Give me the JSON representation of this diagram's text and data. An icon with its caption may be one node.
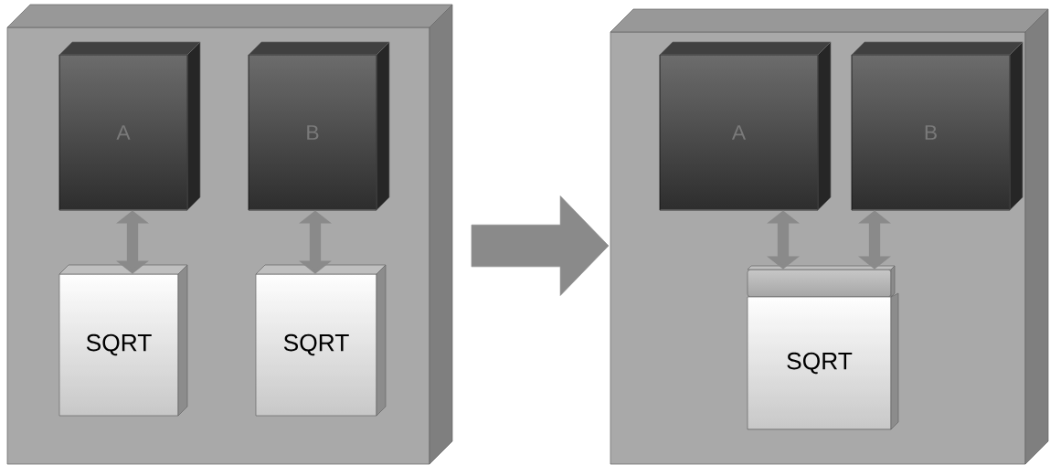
{
  "diagram": {
    "nodes": [
      {
        "text": [],
        "shape": "box"
      },
      {
        "text": [
          "A"
        ],
        "in": 0
      },
      {
        "text": [
          "B"
        ],
        "in": 0
      },
      {
        "text": [
          "SQRT"
        ],
        "in": 0
      },
      {
        "text": [
          "SQRT"
        ],
        "in": 0
      },
      {
        "text": [],
        "shape": "box"
      },
      {
        "text": [
          "A"
        ],
        "in": 5
      },
      {
        "text": [
          "B"
        ],
        "in": 5
      },
      {
        "text": [],
        "shape": "bar",
        "in": 5
      },
      {
        "text": [
          "SQRT"
        ],
        "in": 5
      }
    ],
    "edges": [
      {
        "from": 1,
        "to": 3,
        "arrow": "both"
      },
      {
        "from": 2,
        "to": 4,
        "arrow": "both"
      },
      {
        "from": 0,
        "to": 5,
        "arrow": "to",
        "style": "thick"
      },
      {
        "from": 6,
        "to": 8,
        "arrow": "both"
      },
      {
        "from": 7,
        "to": 8,
        "arrow": "both"
      }
    ]
  }
}
